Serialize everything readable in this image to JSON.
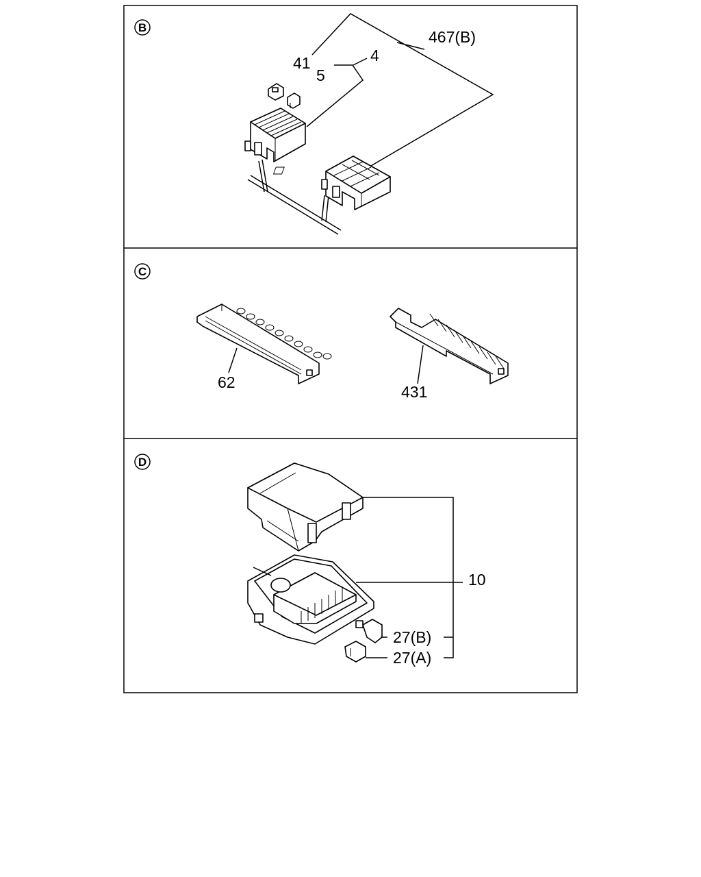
{
  "panels": [
    {
      "id": "B",
      "badge": "B",
      "callouts": {
        "c467b": "467(B)",
        "c41": "41",
        "c4": "4",
        "c5": "5"
      }
    },
    {
      "id": "C",
      "badge": "C",
      "callouts": {
        "c62": "62",
        "c431": "431"
      }
    },
    {
      "id": "D",
      "badge": "D",
      "callouts": {
        "c10": "10",
        "c27b": "27(B)",
        "c27a": "27(A)"
      }
    }
  ],
  "colors": {
    "line": "#000000",
    "background": "#ffffff"
  }
}
